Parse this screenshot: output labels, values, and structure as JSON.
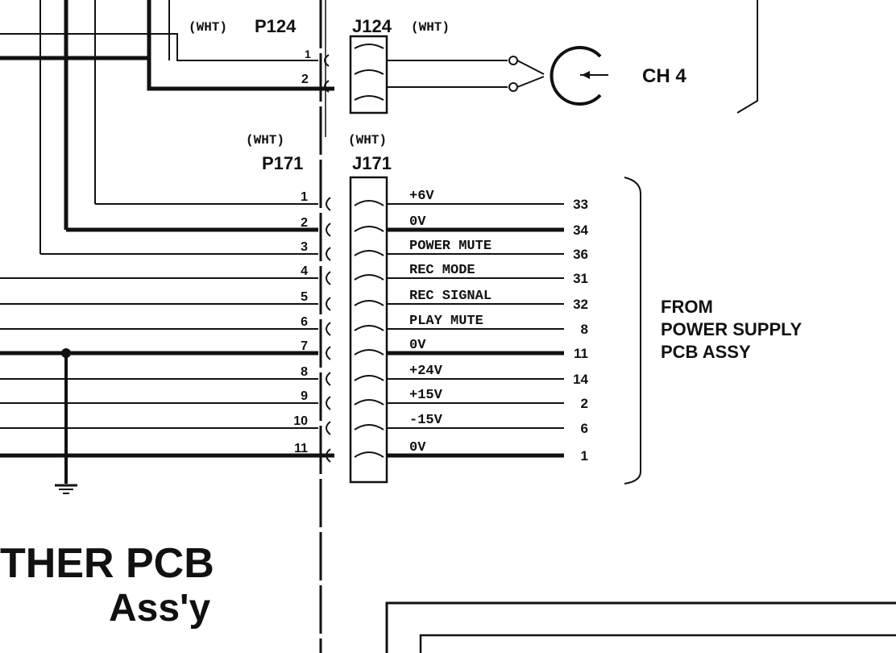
{
  "connector_p124": {
    "color": "(WHT)",
    "name": "P124",
    "pins": [
      "1",
      "2"
    ]
  },
  "connector_j124": {
    "color": "(WHT)",
    "name": "J124"
  },
  "channel_label": "CH 4",
  "connector_p171": {
    "color": "(WHT)",
    "name": "P171"
  },
  "connector_j171": {
    "color": "(WHT)",
    "name": "J171"
  },
  "p171_pins": [
    "1",
    "2",
    "3",
    "4",
    "5",
    "6",
    "7",
    "8",
    "9",
    "10",
    "11"
  ],
  "signals": [
    {
      "name": "+6V",
      "far_pin": "33"
    },
    {
      "name": "0V",
      "far_pin": "34"
    },
    {
      "name": "POWER MUTE",
      "far_pin": "36"
    },
    {
      "name": "REC MODE",
      "far_pin": "31"
    },
    {
      "name": "REC SIGNAL",
      "far_pin": "32"
    },
    {
      "name": "PLAY MUTE",
      "far_pin": "8"
    },
    {
      "name": "0V",
      "far_pin": "11"
    },
    {
      "name": "+24V",
      "far_pin": "14"
    },
    {
      "name": "+15V",
      "far_pin": "2"
    },
    {
      "name": "-15V",
      "far_pin": "6"
    },
    {
      "name": "0V",
      "far_pin": "1"
    }
  ],
  "source_block": {
    "line1": "FROM",
    "line2": "POWER SUPPLY",
    "line3": "PCB ASSY"
  },
  "board_label": {
    "line1": "THER PCB",
    "line2": "Ass'y"
  },
  "colors": {
    "ink": "#111111",
    "paper": "#ffffff"
  }
}
